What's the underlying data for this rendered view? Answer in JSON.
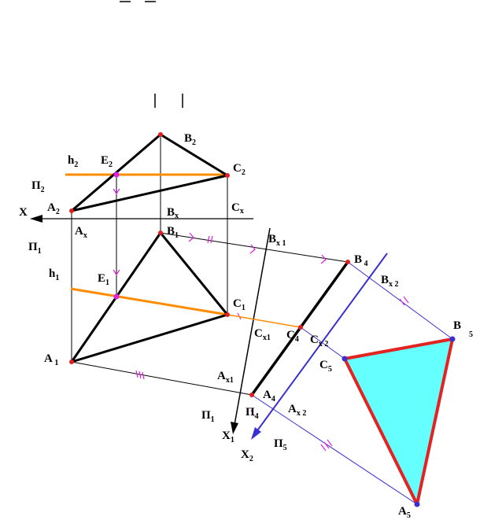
{
  "colors": {
    "black": "#000000",
    "orange": "#ff8c00",
    "magenta": "#e020e0",
    "red": "#e02020",
    "blue": "#3a2fd0",
    "cyan": "#66ffff",
    "triangle_red": "#e32222"
  },
  "labels": {
    "b2": [
      "B",
      "2"
    ],
    "e2": [
      "E",
      "2"
    ],
    "c2": [
      "C",
      "2"
    ],
    "h2": [
      "h",
      "2"
    ],
    "pi2": [
      "П",
      "2"
    ],
    "a2": [
      "A",
      "2"
    ],
    "x": [
      "X",
      ""
    ],
    "bx": [
      "B",
      "x"
    ],
    "cx": [
      "C",
      "x"
    ],
    "ax": [
      "A",
      "x"
    ],
    "pi1": [
      "П",
      "1"
    ],
    "b1": [
      "B",
      "1"
    ],
    "bx1": [
      "B",
      "x 1"
    ],
    "b4": [
      "B",
      " 4"
    ],
    "h1": [
      "h",
      "1"
    ],
    "e1": [
      "E",
      "1"
    ],
    "c1": [
      "C",
      "1"
    ],
    "c4": [
      "C",
      "4"
    ],
    "bx2": [
      "B",
      "x 2"
    ],
    "b5": [
      "B",
      "5"
    ],
    "cx1": [
      "C",
      "x1"
    ],
    "cx2": [
      "C",
      "x 2"
    ],
    "c5": [
      "C",
      "5"
    ],
    "a1": [
      "A",
      " 1"
    ],
    "ax1": [
      "A",
      "x1"
    ],
    "a4": [
      "A",
      "4"
    ],
    "pi1b": [
      "П",
      "1"
    ],
    "pi4": [
      "П",
      "4"
    ],
    "ax2": [
      "A",
      "x 2"
    ],
    "x1": [
      "X",
      "1"
    ],
    "pi5": [
      "П",
      "5"
    ],
    "x2": [
      "X",
      "2"
    ],
    "a5": [
      "A",
      "5"
    ]
  }
}
